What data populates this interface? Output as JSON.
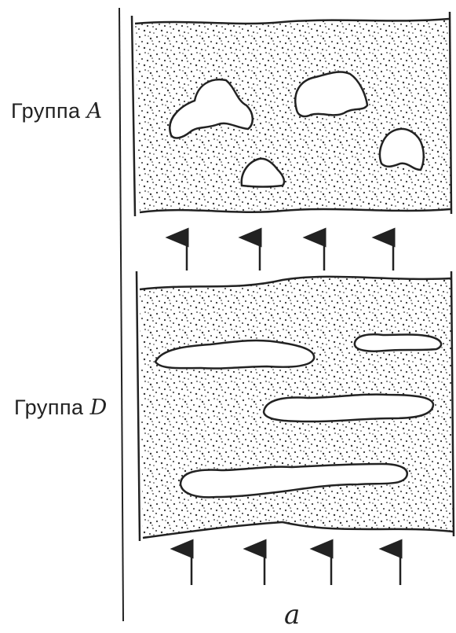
{
  "figure": {
    "group_a": {
      "prefix": "Группа",
      "letter": "A"
    },
    "group_d": {
      "prefix": "Группа",
      "letter": "D"
    },
    "panel_label": "a",
    "colors": {
      "ink": "#222222",
      "background": "#ffffff"
    },
    "icons": [
      "upward-flow-arrow-icon"
    ]
  }
}
